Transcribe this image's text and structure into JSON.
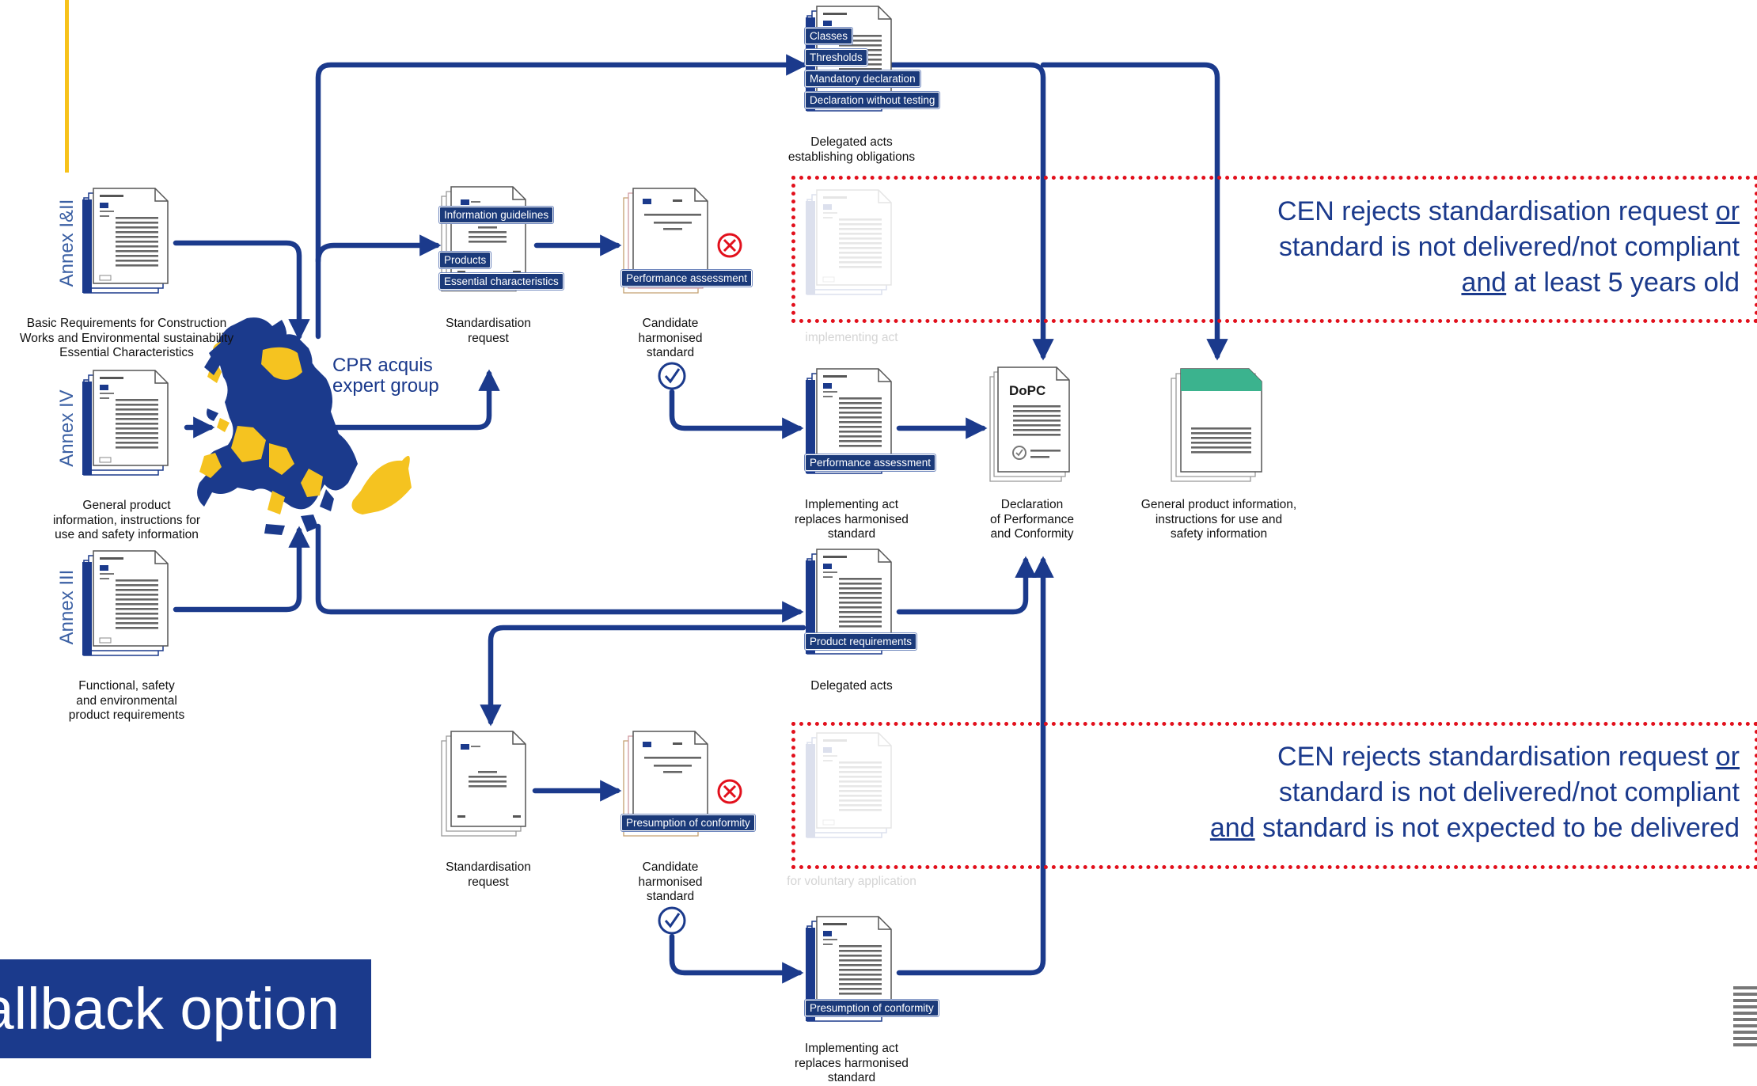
{
  "colors": {
    "arrow": "#1b3a8c",
    "tag_bg": "#1b3a7a",
    "red_box": "#e2101c",
    "accent_yellow": "#f7c21a",
    "note_text": "#1b3a8c",
    "map_blue": "#1b3a8c",
    "map_yellow": "#f5c320",
    "doc_green": "#3bb38e"
  },
  "annex_labels": [
    "Annex I&II",
    "Annex IV",
    "Annex III"
  ],
  "captions": {
    "basic_requirements": "Basic Requirements for Construction\nWorks and Environmental sustainability\nEssential Characteristics",
    "general_product_info": "General product\ninformation, instructions for\nuse and safety information",
    "functional_safety": "Functional, safety\nand environmental\nproduct requirements",
    "expert_group": "CPR acquis\nexpert group",
    "standardisation_request_top": "Standardisation\nrequest",
    "candidate_standard_top": "Candidate\nharmonised\nstandard",
    "delegated_acts_obligations": "Delegated acts\nestablishing obligations",
    "implementing_act_ghost": "implementing act",
    "implementing_act_mid": "Implementing act\nreplaces harmonised\nstandard",
    "dopc_caption": "Declaration\nof Performance\nand Conformity",
    "general_info_right": "General product information,\ninstructions for use and\nsafety information",
    "delegated_acts": "Delegated acts",
    "standardisation_request_bottom": "Standardisation\nrequest",
    "candidate_standard_bottom": "Candidate\nharmonised\nstandard",
    "voluntary_ghost": "for voluntary application",
    "implementing_act_bottom": "Implementing act\nreplaces harmonised\nstandard",
    "dopc_title": "DoPC"
  },
  "tags": {
    "classes": "Classes",
    "thresholds": "Thresholds",
    "mandatory_declaration": "Mandatory declaration",
    "declaration_without_testing": "Declaration without testing",
    "information_guidelines": "Information guidelines",
    "products": "Products",
    "essential_characteristics": "Essential characteristics",
    "performance_assessment_top": "Performance assessment",
    "performance_assessment_mid": "Performance assessment",
    "product_requirements": "Product requirements",
    "presumption_of_conformity_cand": "Presumption of conformity",
    "presumption_of_conformity_bottom": "Presumption of conformity"
  },
  "notes": {
    "top": {
      "l1a": "CEN rejects standardisation request ",
      "l1b": "or",
      "l2": "standard is not delivered/not compliant",
      "l3a": "and",
      "l3b": " at least 5 years old"
    },
    "bottom": {
      "l1a": "CEN rejects standardisation request ",
      "l1b": "or",
      "l2": "standard is not delivered/not compliant",
      "l3a": "and",
      "l3b": " standard is not expected to be delivered"
    }
  },
  "fallback_label": "allback option",
  "icons": [
    "official-journal-document-icon",
    "standard-document-icon",
    "reject-cross-icon",
    "approve-check-icon",
    "eu-map-icon",
    "dopc-document-icon",
    "flow-arrow-icon"
  ]
}
